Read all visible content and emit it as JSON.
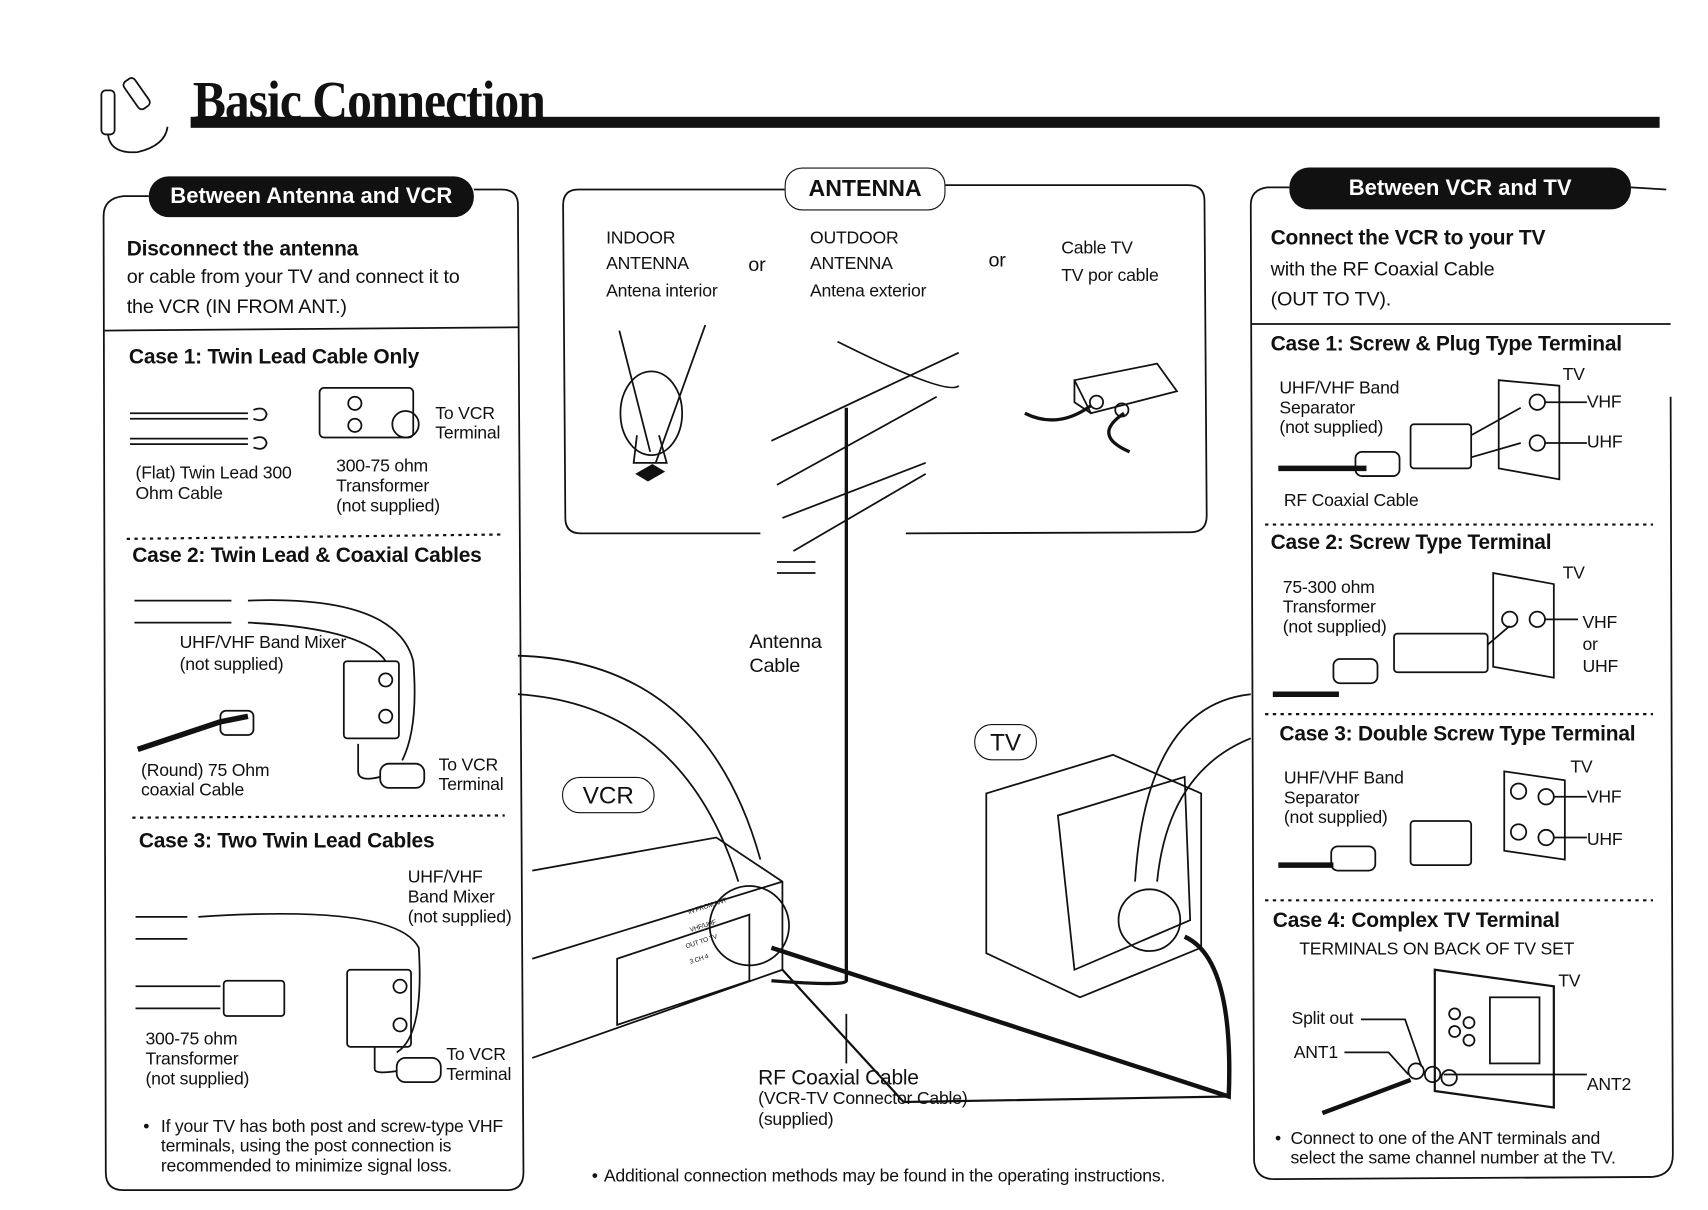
{
  "header": {
    "title": "Basic Connection",
    "icon": "cable-plug-icon"
  },
  "left": {
    "pill": "Between Antenna and VCR",
    "intro_bold": "Disconnect the antenna",
    "intro_lines": [
      "or cable from your TV and connect it to",
      "the VCR (IN FROM ANT.)"
    ],
    "case1": {
      "title": "Case 1: Twin Lead Cable Only",
      "to_vcr": [
        "To VCR",
        "Terminal"
      ],
      "cable": [
        "(Flat) Twin Lead 300",
        "Ohm Cable"
      ],
      "transformer": [
        "300-75 ohm",
        "Transformer",
        "(not supplied)"
      ]
    },
    "case2": {
      "title": "Case 2: Twin Lead & Coaxial Cables",
      "mixer": [
        "UHF/VHF Band Mixer",
        "(not supplied)"
      ],
      "coax": [
        "(Round) 75 Ohm",
        "coaxial Cable"
      ],
      "to_vcr": [
        "To VCR",
        "Terminal"
      ]
    },
    "case3": {
      "title": "Case 3: Two Twin Lead Cables",
      "mixer": [
        "UHF/VHF",
        "Band Mixer",
        "(not supplied)"
      ],
      "transformer": [
        "300-75 ohm",
        "Transformer",
        "(not supplied)"
      ],
      "to_vcr": [
        "To VCR",
        "Terminal"
      ]
    },
    "note": [
      "If your TV has both post and screw-type VHF",
      "terminals, using the post connection is",
      "recommended to minimize signal loss."
    ]
  },
  "middle": {
    "pill": "ANTENNA",
    "indoor": [
      "INDOOR",
      "ANTENNA",
      "Antena interior"
    ],
    "or1": "or",
    "outdoor": [
      "OUTDOOR",
      "ANTENNA",
      "Antena exterior"
    ],
    "or2": "or",
    "cable_tv": [
      "Cable TV",
      "TV por cable"
    ],
    "antenna_cable": [
      "Antenna",
      "Cable"
    ],
    "vcr_label": "VCR",
    "tv_label": "TV",
    "vcr_panel": [
      "IN FROM ANT",
      "VHF/UHF",
      "OUT TO TV",
      "3 CH 4"
    ],
    "rf_cable": [
      "RF Coaxial Cable",
      "(VCR-TV Connector Cable)",
      "(supplied)"
    ],
    "footnote": "Additional connection methods may be found in the operating instructions."
  },
  "right": {
    "pill": "Between VCR and TV",
    "intro_bold": "Connect the VCR to your TV",
    "intro_lines": [
      "with the RF Coaxial Cable",
      "(OUT TO TV)."
    ],
    "case1": {
      "title": "Case 1: Screw & Plug Type Terminal",
      "separator": [
        "UHF/VHF Band",
        "Separator",
        "(not supplied)"
      ],
      "tv": "TV",
      "vhf": "VHF",
      "uhf": "UHF",
      "rf": "RF Coaxial Cable"
    },
    "case2": {
      "title": "Case 2: Screw Type Terminal",
      "transformer": [
        "75-300 ohm",
        "Transformer",
        "(not supplied)"
      ],
      "tv": "TV",
      "vhf": "VHF",
      "or": "or",
      "uhf": "UHF"
    },
    "case3": {
      "title": "Case 3: Double Screw Type Terminal",
      "separator": [
        "UHF/VHF Band",
        "Separator",
        "(not supplied)"
      ],
      "tv": "TV",
      "vhf": "VHF",
      "uhf": "UHF"
    },
    "case4": {
      "title": "Case 4: Complex TV Terminal",
      "subtitle": "TERMINALS ON BACK OF TV SET",
      "tv": "TV",
      "split": "Split out",
      "ant1": "ANT1",
      "ant2": "ANT2"
    },
    "note": [
      "Connect to one of the ANT terminals and",
      "select the same channel number at the TV."
    ]
  }
}
